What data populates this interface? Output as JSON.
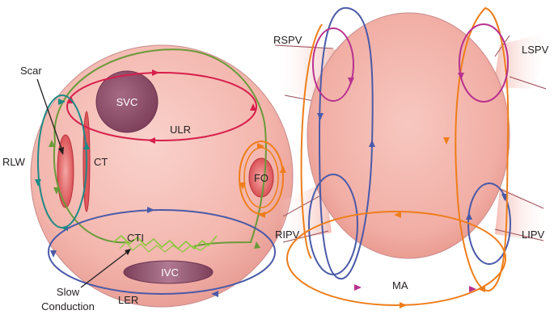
{
  "labels": {
    "scar": "Scar",
    "svc": "SVC",
    "ulr": "ULR",
    "rlw": "RLW",
    "ct": "CT",
    "fo": "FO",
    "cti": "CTI",
    "ivc": "IVC",
    "slow_conduction_line1": "Slow",
    "slow_conduction_line2": "Conduction",
    "ler": "LER",
    "rspv": "RSPV",
    "lspv": "LSPV",
    "ripv": "RIPV",
    "lipv": "LIPV",
    "ma": "MA"
  },
  "colors": {
    "chamber": "#f3b8b0",
    "chamber_edge": "#b87a7a",
    "red_circuit": "#d71f4b",
    "green_circuit": "#6a9a3a",
    "blue_circuit": "#4a5aa8",
    "orange_circuit": "#ee7d1a",
    "magenta_circuit": "#b8318f",
    "teal_circuit": "#1f8a86",
    "cti_zigzag": "#8dc63f",
    "svc_fill": "#8c4a66",
    "ivc_fill": "#8c4a66"
  }
}
